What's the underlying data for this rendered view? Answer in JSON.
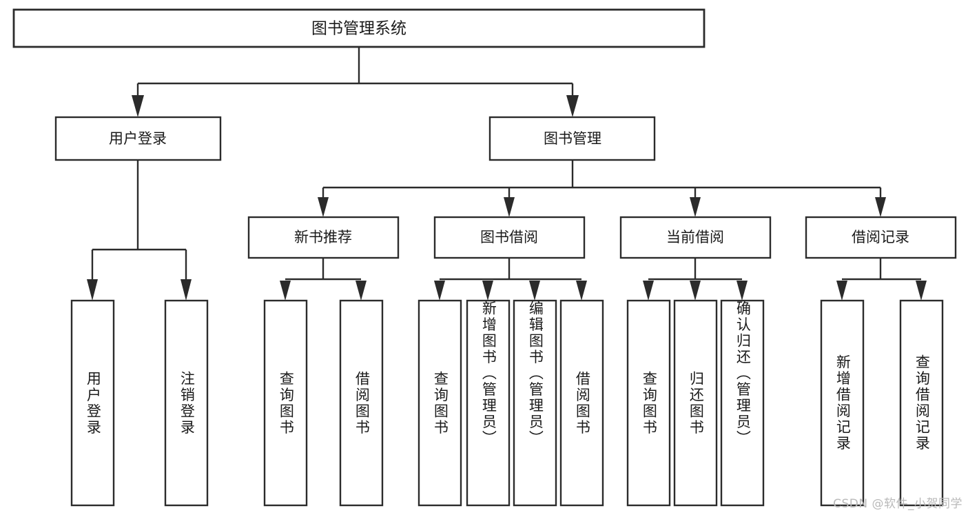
{
  "diagram": {
    "title": "图书管理系统",
    "watermark": "CSDN @软件_小贺同学",
    "nodes": {
      "root": {
        "label": "图书管理系统"
      },
      "level1": [
        {
          "id": "user-login",
          "label": "用户登录"
        },
        {
          "id": "book-manage",
          "label": "图书管理"
        }
      ],
      "level2": [
        {
          "id": "new-book-recommend",
          "label": "新书推荐"
        },
        {
          "id": "book-borrow",
          "label": "图书借阅"
        },
        {
          "id": "current-borrow",
          "label": "当前借阅"
        },
        {
          "id": "borrow-record",
          "label": "借阅记录"
        }
      ],
      "leaves": {
        "user-login": [
          {
            "id": "leaf-user-login",
            "label": "用户登录"
          },
          {
            "id": "leaf-logout-login",
            "label": "注销登录"
          }
        ],
        "new-book-recommend": [
          {
            "id": "leaf-query-book-1",
            "label": "查询图书"
          },
          {
            "id": "leaf-borrow-book-1",
            "label": "借阅图书"
          }
        ],
        "book-borrow": [
          {
            "id": "leaf-query-book-2",
            "label": "查询图书"
          },
          {
            "id": "leaf-add-book",
            "label": "新增图书（管理员）"
          },
          {
            "id": "leaf-edit-book",
            "label": "编辑图书（管理员）"
          },
          {
            "id": "leaf-borrow-book-2",
            "label": "借阅图书"
          }
        ],
        "current-borrow": [
          {
            "id": "leaf-query-book-3",
            "label": "查询图书"
          },
          {
            "id": "leaf-return-book",
            "label": "归还图书"
          },
          {
            "id": "leaf-confirm-return",
            "label": "确认归还（管理员）"
          }
        ],
        "borrow-record": [
          {
            "id": "leaf-add-record",
            "label": "新增借阅记录"
          },
          {
            "id": "leaf-query-record",
            "label": "查询借阅记录"
          }
        ]
      }
    },
    "colors": {
      "stroke": "#2b2b2b",
      "fill": "#ffffff",
      "text": "#1a1a1a",
      "watermark": "#b9b9b9",
      "background": "#ffffff"
    }
  }
}
